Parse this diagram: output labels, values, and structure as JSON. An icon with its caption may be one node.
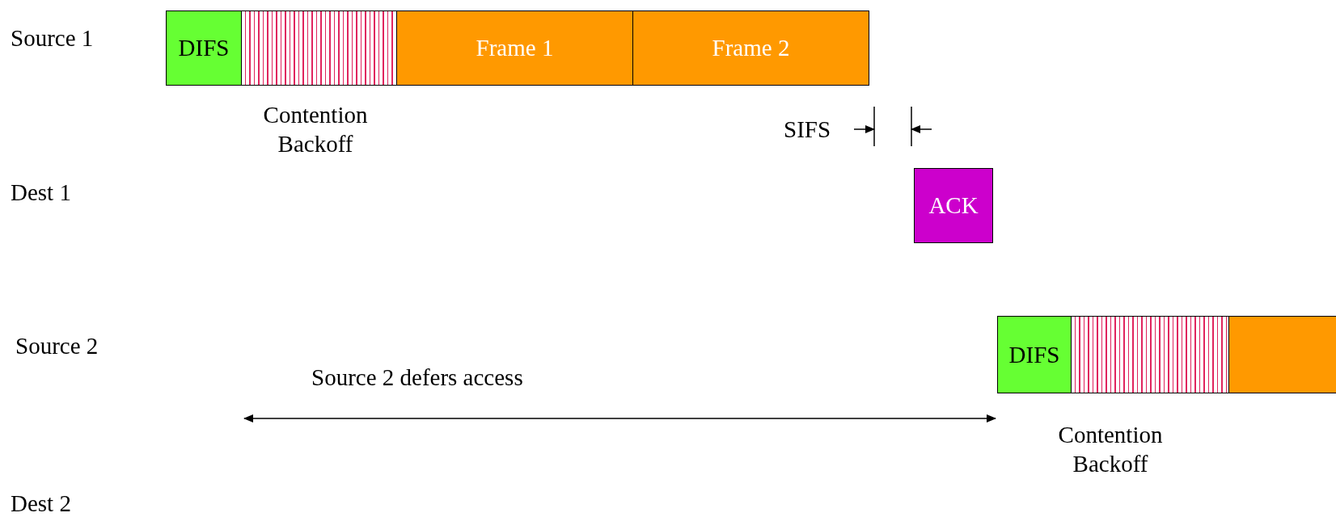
{
  "diagram": {
    "nodes": [
      {
        "text": [
          "DIFS"
        ]
      },
      {
        "text": [],
        "shape": "box",
        "beside": [
          "Contention Backoff"
        ]
      },
      {
        "text": [
          "Frame 1"
        ]
      },
      {
        "text": [
          "Frame 2"
        ]
      },
      {
        "text": [
          "ACK"
        ]
      },
      {
        "text": [
          "DIFS"
        ]
      },
      {
        "text": [],
        "shape": "box",
        "beside": [
          "Contention Backoff"
        ]
      },
      {
        "text": [],
        "shape": "box"
      }
    ],
    "labels": [
      "Source 1",
      "SIFS",
      "Dest 1",
      "Source 2",
      "Source 2 defers access",
      "Dest 2"
    ]
  }
}
